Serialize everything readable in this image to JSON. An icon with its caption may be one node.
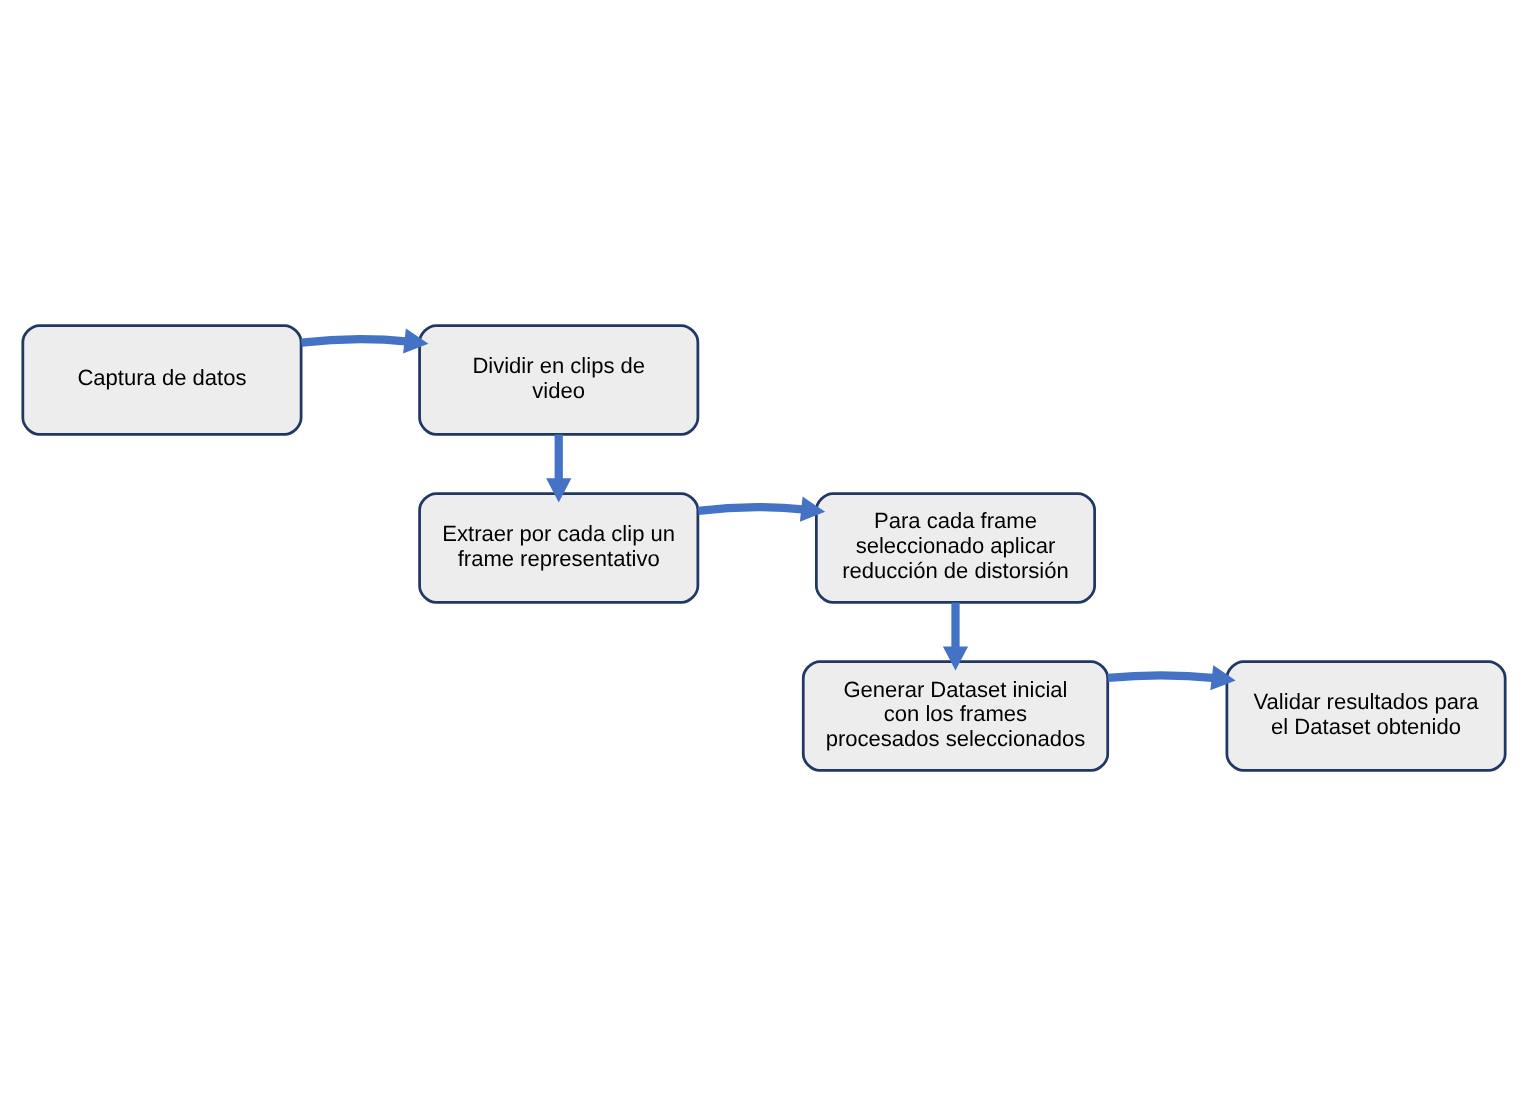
{
  "diagram": {
    "nodes": [
      {
        "text": [
          "Captura de datos"
        ]
      },
      {
        "text": [
          "Dividir en clips de video"
        ]
      },
      {
        "text": [
          "Extraer por cada clip un frame representativo"
        ]
      },
      {
        "text": [
          "Para cada frame seleccionado aplicar reducción de distorsión"
        ]
      },
      {
        "text": [
          "Generar Dataset inicial con los frames procesados seleccionados"
        ]
      },
      {
        "text": [
          "Validar resultados para el Dataset obtenido"
        ]
      }
    ],
    "edges": [
      {
        "from": 0,
        "to": 1,
        "arrow": "to"
      },
      {
        "from": 1,
        "to": 2,
        "arrow": "to"
      },
      {
        "from": 2,
        "to": 3,
        "arrow": "to"
      },
      {
        "from": 3,
        "to": 4,
        "arrow": "to"
      },
      {
        "from": 4,
        "to": 5,
        "arrow": "to"
      }
    ]
  }
}
